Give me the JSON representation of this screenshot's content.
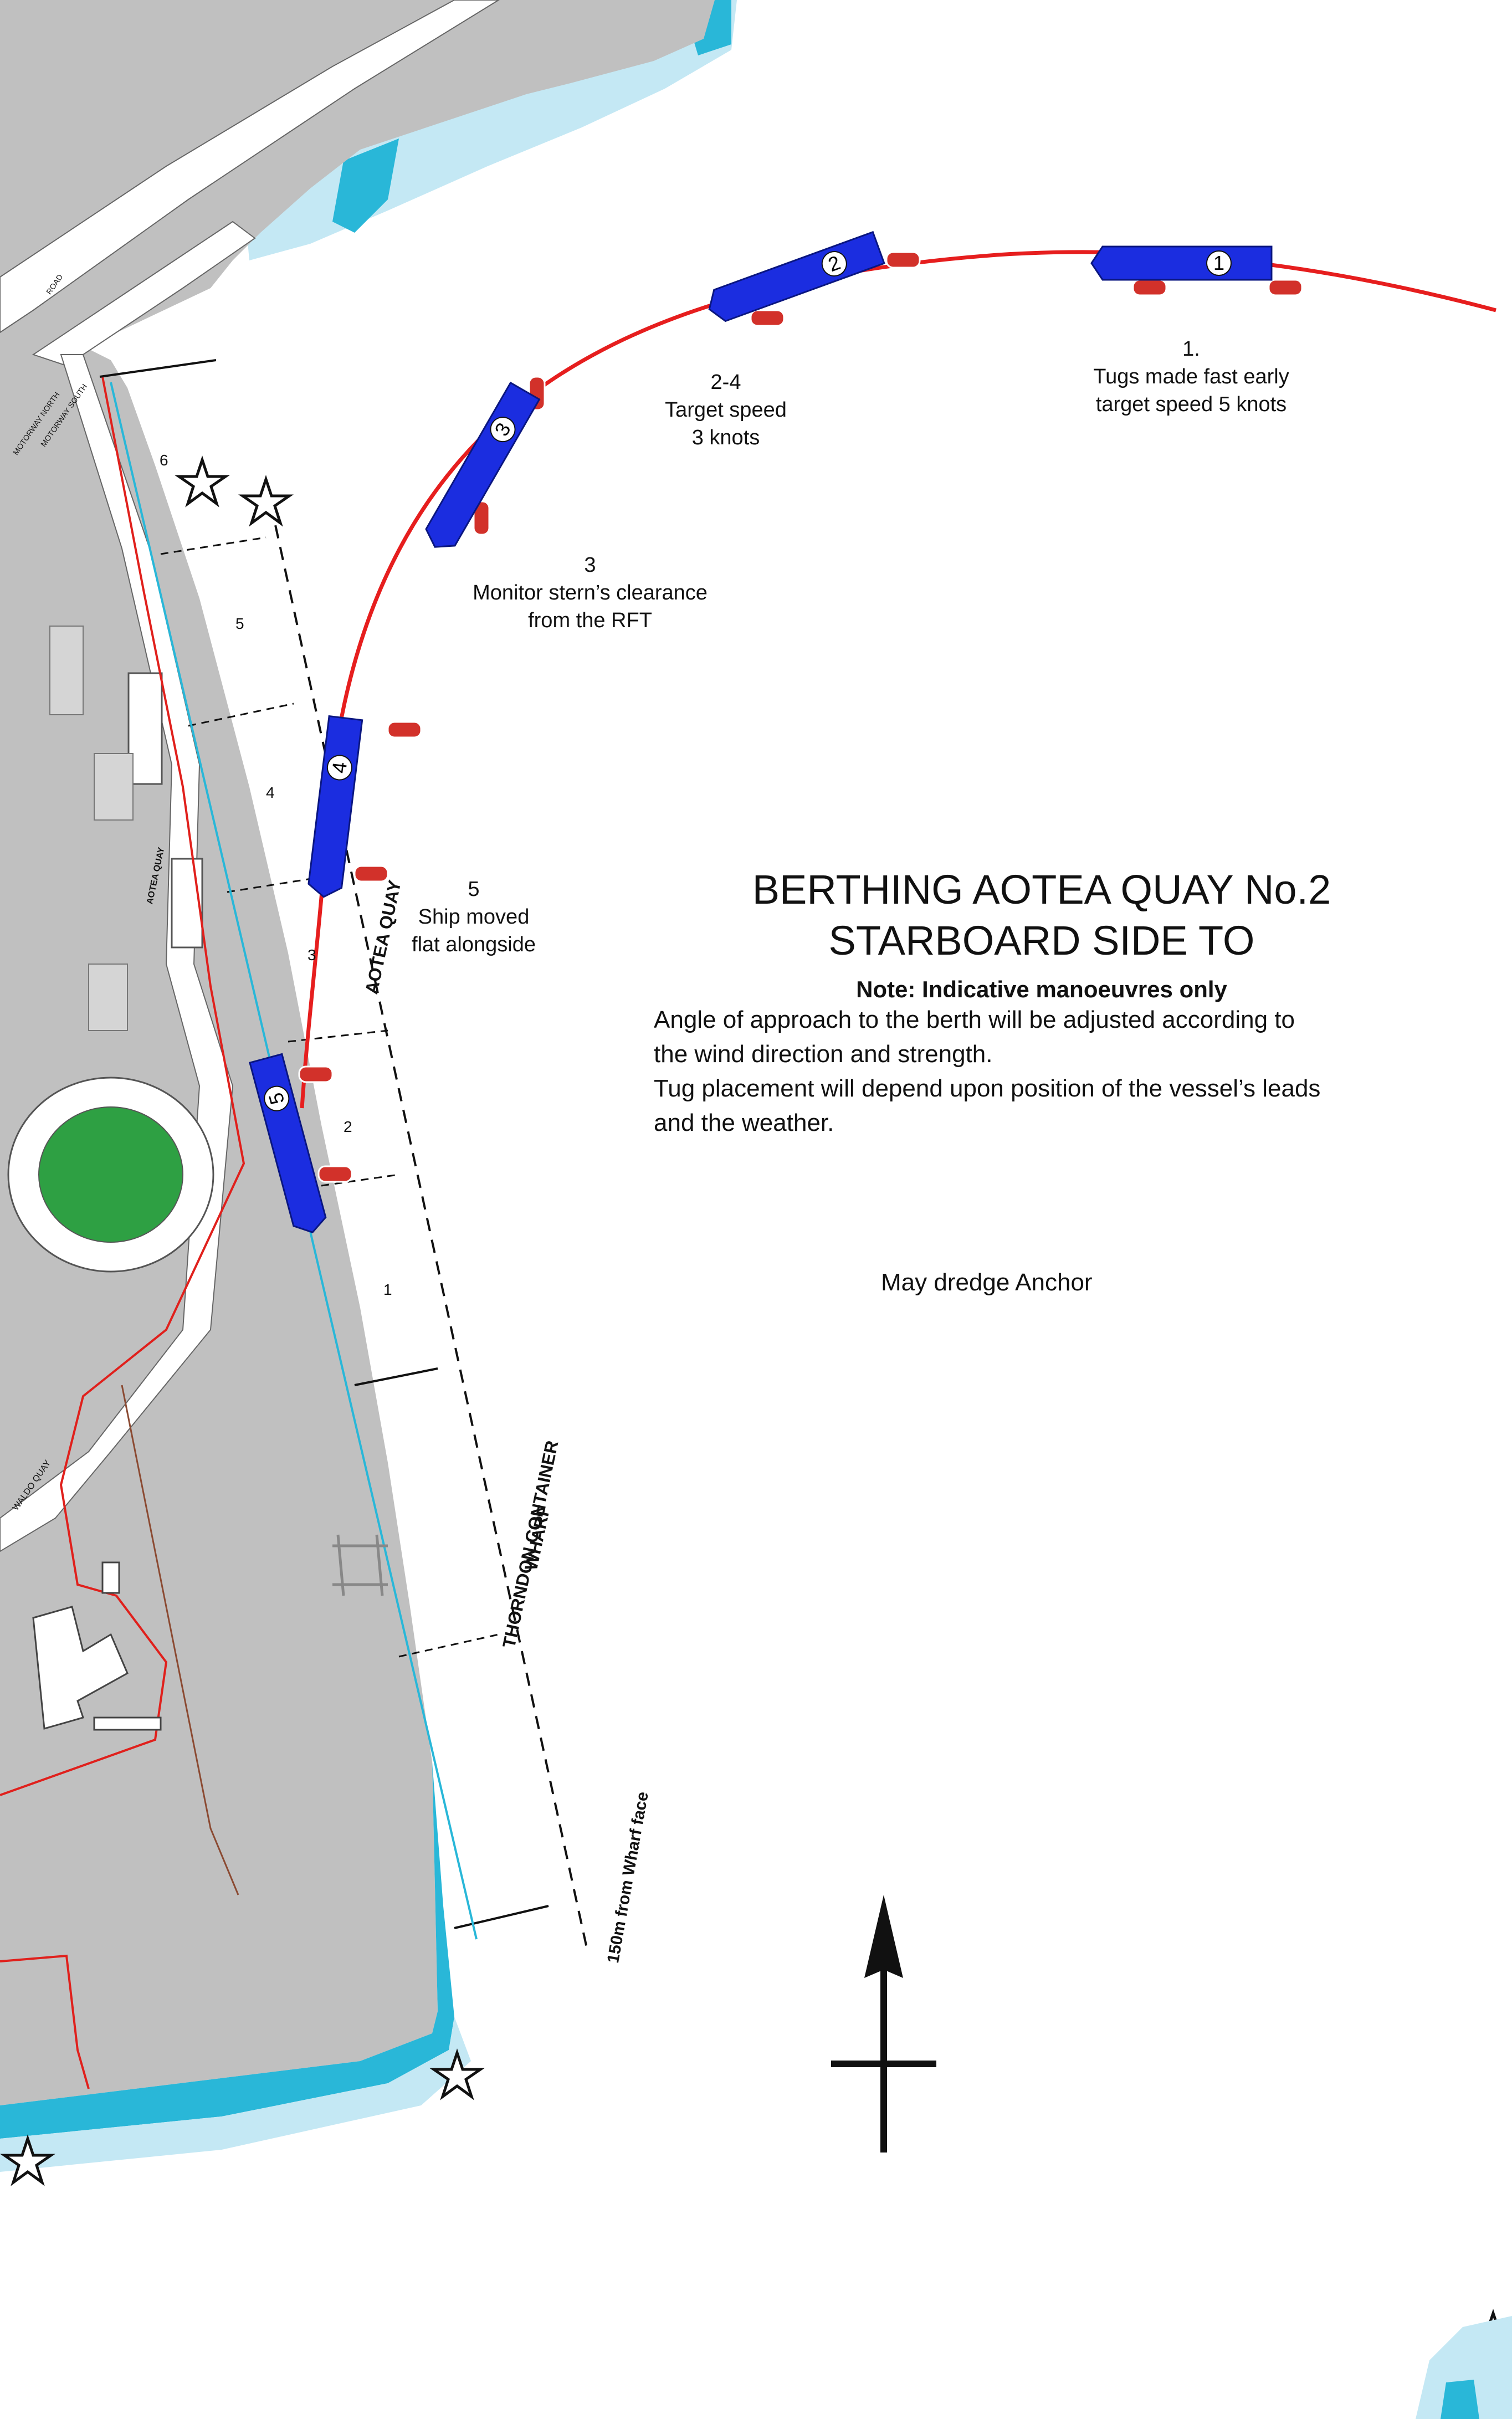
{
  "title": {
    "line1": "BERTHING AOTEA QUAY No.2",
    "line2": "STARBOARD SIDE TO"
  },
  "note": {
    "heading": "Note: Indicative manoeuvres only",
    "lines": [
      "Angle of approach to the berth will be adjusted according to",
      "the wind direction and strength.",
      "Tug placement will depend upon position of the vessel’s leads",
      "and the weather."
    ]
  },
  "anchor_note": "May dredge Anchor",
  "steps": {
    "s1": {
      "line1": "1.",
      "line2": "Tugs made fast early",
      "line3": "target speed 5 knots"
    },
    "s24": {
      "line1": "2-4",
      "line2": "Target speed",
      "line3": "3 knots"
    },
    "s3": {
      "line1": "3",
      "line2": "Monitor stern’s clearance",
      "line3": "from the RFT"
    },
    "s5": {
      "line1": "5",
      "line2": "Ship moved",
      "line3": "flat alongside"
    }
  },
  "ships": [
    "1",
    "2",
    "3",
    "4",
    "5"
  ],
  "berth_numbers": [
    "1",
    "2",
    "3",
    "4",
    "5",
    "6"
  ],
  "place_labels": {
    "aotea_quay_road": "AOTEA QUAY",
    "aotea_quay_wharf": "AOTEA QUAY",
    "thorndon_1": "THORNDON CONTAINER",
    "thorndon_2": "WHARF",
    "offset_line": "150m from Wharf face",
    "motorway_north": "MOTORWAY NORTH",
    "motorway_south": "MOTORWAY SOUTH",
    "road": "ROAD",
    "waterloo_quay": "WALDO QUAY"
  },
  "colors": {
    "land": "#c0c0c0",
    "water_shallow": "#c4e8f4",
    "water_deep": "#29b7d8",
    "ship": "#1b2de0",
    "tug": "#d2312a",
    "track": "#e61e1e",
    "boundary": "#e0201c",
    "stadium_grass": "#2ea043"
  }
}
